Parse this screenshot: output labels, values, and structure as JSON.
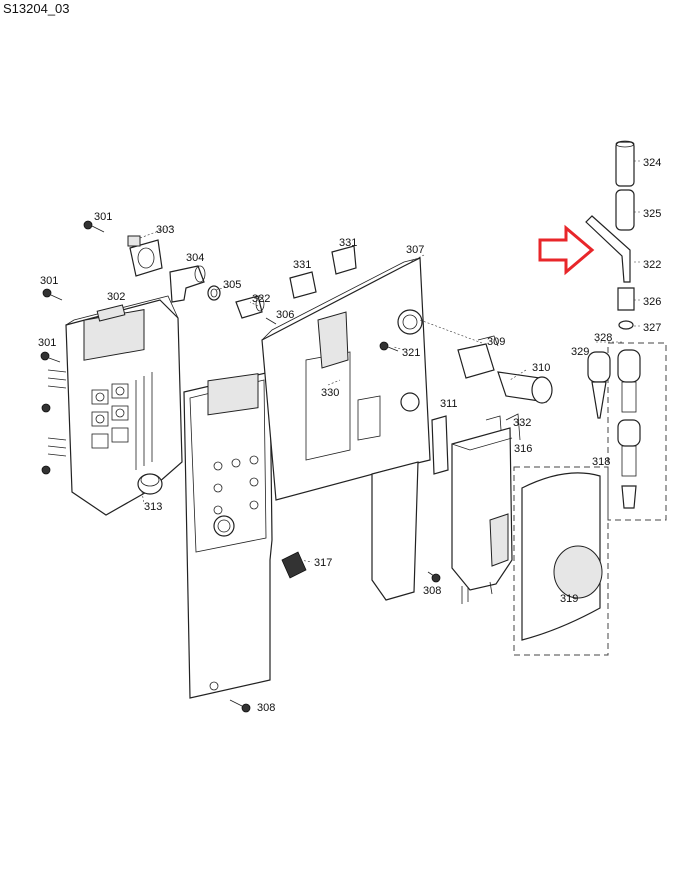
{
  "document_id": "S13204_03",
  "accent_color": "#e8262a",
  "part_labels": {
    "p301a": "301",
    "p301b": "301",
    "p301c": "301",
    "p302": "302",
    "p303": "303",
    "p304": "304",
    "p305": "305",
    "p306": "306",
    "p307": "307",
    "p308a": "308",
    "p308b": "308",
    "p309": "309",
    "p310": "310",
    "p311": "311",
    "p313": "313",
    "p316": "316",
    "p317": "317",
    "p318": "318",
    "p319": "319",
    "p321": "321",
    "p322a": "322",
    "p322b": "322",
    "p324": "324",
    "p325": "325",
    "p326": "326",
    "p327": "327",
    "p328": "328",
    "p329": "329",
    "p330": "330",
    "p331a": "331",
    "p331b": "331",
    "p332": "332"
  }
}
